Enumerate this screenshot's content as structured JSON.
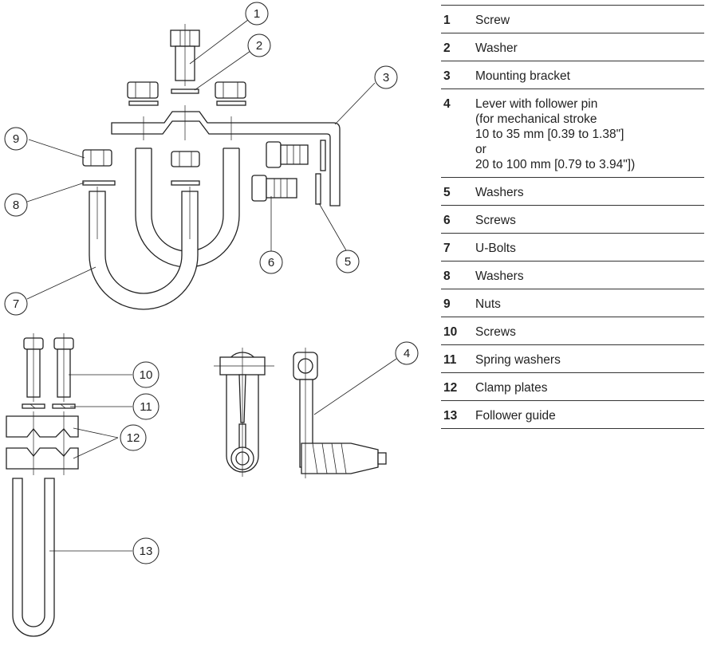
{
  "callouts": [
    "1",
    "2",
    "3",
    "4",
    "5",
    "6",
    "7",
    "8",
    "9",
    "10",
    "11",
    "12",
    "13"
  ],
  "parts": [
    {
      "num": "1",
      "label": "Screw"
    },
    {
      "num": "2",
      "label": "Washer"
    },
    {
      "num": "3",
      "label": "Mounting bracket"
    },
    {
      "num": "4",
      "label": "Lever with follower pin\n(for mechanical stroke\n10 to 35 mm [0.39 to 1.38\"]\nor\n20 to 100 mm [0.79 to 3.94\"])"
    },
    {
      "num": "5",
      "label": "Washers"
    },
    {
      "num": "6",
      "label": "Screws"
    },
    {
      "num": "7",
      "label": "U-Bolts"
    },
    {
      "num": "8",
      "label": "Washers"
    },
    {
      "num": "9",
      "label": "Nuts"
    },
    {
      "num": "10",
      "label": "Screws"
    },
    {
      "num": "11",
      "label": "Spring washers"
    },
    {
      "num": "12",
      "label": "Clamp plates"
    },
    {
      "num": "13",
      "label": "Follower guide"
    }
  ]
}
